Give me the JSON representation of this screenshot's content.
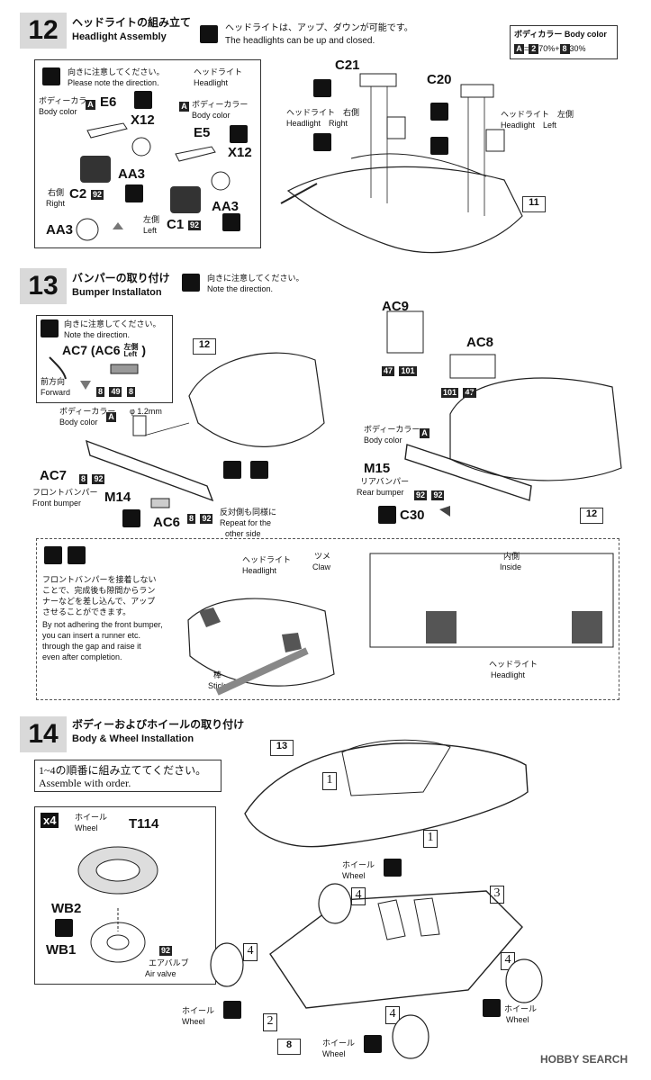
{
  "step12": {
    "number": "12",
    "title_jp": "ヘッドライトの組み立て",
    "title_en": "Headlight Assembly",
    "note_jp": "ヘッドライトは、アップ、ダウンが可能です。",
    "note_en": "The headlights can be up and closed.",
    "color_title": "ボディカラー Body color",
    "color_letter": "A",
    "color_eq": "=",
    "color_n1": "2",
    "color_p1": "70%",
    "color_plus": "+",
    "color_n2": "8",
    "color_p2": "30%",
    "direction_jp": "向きに注意してください。",
    "direction_en": "Please note the direction.",
    "bodycolor_jp": "ボディーカラー",
    "bodycolor_en": "Body color",
    "headlight_jp": "ヘッドライト",
    "headlight_en": "Headlight",
    "part_e6": "E6",
    "part_e5": "E5",
    "part_x12a": "X12",
    "part_x12b": "X12",
    "part_aa3a": "AA3",
    "part_aa3b": "AA3",
    "part_aa3c": "AA3",
    "part_c2": "C2",
    "part_c1": "C1",
    "paint_92": "92",
    "right_jp": "右側",
    "right_en": "Right",
    "left_jp": "左側",
    "left_en": "Left",
    "part_c21": "C21",
    "part_c20": "C20",
    "hl_right_jp": "ヘッドライト　右側",
    "hl_right_en": "Headlight　Right",
    "hl_left_jp": "ヘッドライト　左側",
    "hl_left_en": "Headlight　Left",
    "ref_11": "11",
    "letter_a": "A"
  },
  "step13": {
    "number": "13",
    "title_jp": "バンパーの取り付け",
    "title_en": "Bumper Installaton",
    "direction_jp": "向きに注意してください。",
    "direction_en": "Note the direction.",
    "part_ac7_title": "AC7 (AC6",
    "left_jp": "左側",
    "left_en": "Left",
    "paren": ")",
    "forward_jp": "前方向",
    "forward_en": "Forward",
    "p8": "8",
    "p49": "49",
    "p8b": "8",
    "bodycolor_jp": "ボディーカラー",
    "bodycolor_en": "Body color",
    "drill": "φ 1.2mm",
    "part_ac7": "AC7",
    "p8c": "8",
    "p92": "92",
    "frontbumper_jp": "フロントバンパー",
    "frontbumper_en": "Front bumper",
    "part_m14": "M14",
    "part_ac6": "AC6",
    "p8d": "8",
    "p92b": "92",
    "repeat_jp": "反対側も同様に",
    "repeat_en1": "Repeat for the",
    "repeat_en2": "other side",
    "ref_12a": "12",
    "part_ac9": "AC9",
    "p47": "47",
    "p101": "101",
    "part_ac8": "AC8",
    "p101b": "101",
    "p47b": "47",
    "bodycolor2_jp": "ボディーカラー",
    "bodycolor2_en": "Body color",
    "part_m15": "M15",
    "rearbumper_jp": "リアバンパー",
    "rearbumper_en": "Rear bumper",
    "p92c": "92",
    "p92d": "92",
    "part_c30": "C30",
    "ref_12b": "12",
    "tip_jp1": "フロントバンパーを接着しない",
    "tip_jp2": "ことで、完成後も隙間からラン",
    "tip_jp3": "ナーなどを差し込んで、アップ",
    "tip_jp4": "させることができます。",
    "tip_en1": "By not adhering the front bumper,",
    "tip_en2": "you can insert a runner etc.",
    "tip_en3": "through the gap and raise it",
    "tip_en4": "even after completion.",
    "hl_jp": "ヘッドライト",
    "hl_en": "Headlight",
    "stick_jp": "棒",
    "stick_en": "Stick",
    "claw_jp": "ツメ",
    "claw_en": "Claw",
    "inside_jp": "内側",
    "inside_en": "Inside",
    "hl2_jp": "ヘッドライト",
    "hl2_en": "Headlight",
    "letter_a": "A"
  },
  "step14": {
    "number": "14",
    "title_jp": "ボディーおよびホイールの取り付け",
    "title_en": "Body & Wheel Installation",
    "order_jp": "1~4の順番に組み立ててください。",
    "order_en": "Assemble with order.",
    "x4": "x4",
    "wheel_jp": "ホイール",
    "wheel_en": "Wheel",
    "part_t114": "T114",
    "part_wb2": "WB2",
    "part_wb1": "WB1",
    "p92": "92",
    "airvalve_jp": "エアバルブ",
    "airvalve_en": "Air valve",
    "ref_13": "13",
    "ref_8": "8",
    "n1a": "1",
    "n1b": "1",
    "n2": "2",
    "n3": "3",
    "n4a": "4",
    "n4b": "4",
    "n4c": "4",
    "n4d": "4",
    "wheel_labels": [
      {
        "jp": "ホイール",
        "en": "Wheel"
      },
      {
        "jp": "ホイール",
        "en": "Wheel"
      },
      {
        "jp": "ホイール",
        "en": "Wheel"
      },
      {
        "jp": "ホイール",
        "en": "Wheel"
      }
    ]
  },
  "watermark": "HOBBY SEARCH"
}
